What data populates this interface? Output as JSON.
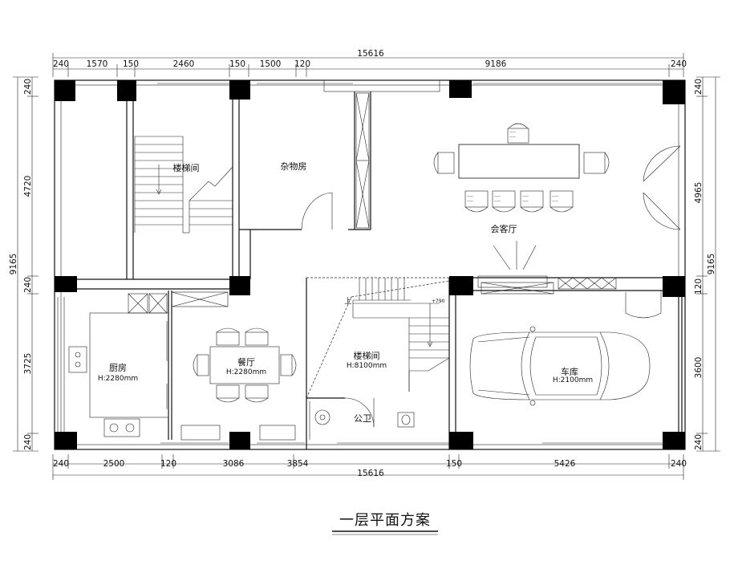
{
  "dimensions": {
    "top_total": "15616",
    "top_segments": [
      "240",
      "1570",
      "150",
      "2460",
      "150",
      "1500",
      "120",
      "9186",
      "240"
    ],
    "bottom_segments": [
      "240",
      "2500",
      "120",
      "3086",
      "3854",
      "150",
      "5426",
      "240"
    ],
    "bottom_total": "15616",
    "left_total": "9165",
    "left_segments": [
      "240",
      "4720",
      "240",
      "3725",
      "240"
    ],
    "right_total": "9165",
    "right_segments": [
      "240",
      "4965",
      "120",
      "3600",
      "240"
    ]
  },
  "rooms": {
    "stair_upper": "楼梯间",
    "storage": "杂物房",
    "living": "会客厅",
    "kitchen": "厨房",
    "kitchen_height": "H:2280mm",
    "dining": "餐厅",
    "dining_height": "H:2280mm",
    "stair_lower": "楼梯间",
    "stair_lower_height": "H:8100mm",
    "garage": "车库",
    "garage_height": "H:2100mm",
    "toilet": "公卫"
  },
  "annotations": {
    "stair_up": "上",
    "elevation": "+790"
  },
  "title": "一层平面方案",
  "colors": {
    "line": "#111111",
    "column": "#000000",
    "background": "#ffffff"
  }
}
